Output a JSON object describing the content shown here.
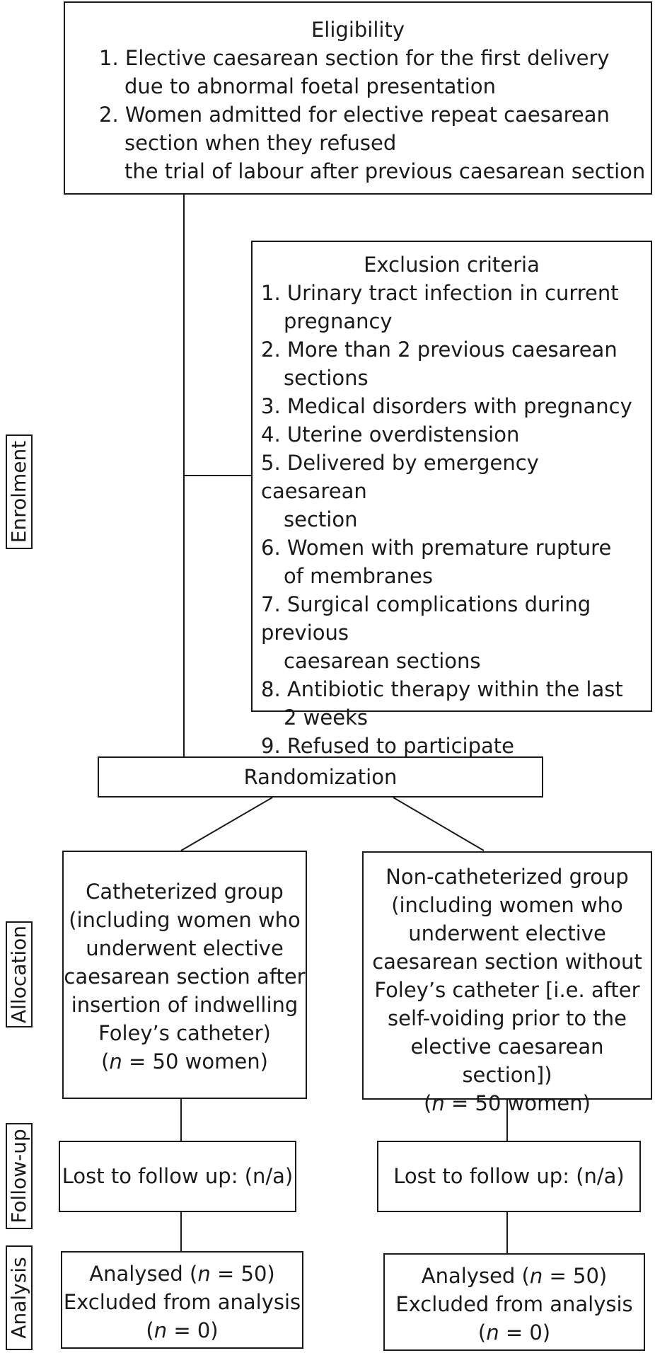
{
  "side_labels": {
    "enrolment": "Enrolment",
    "allocation": "Allocation",
    "follow_up": "Follow-up",
    "analysis": "Analysis"
  },
  "eligibility": {
    "title": "Eligibility",
    "item1_line1": "1. Elective caesarean section for the first delivery",
    "item1_line2": "due to abnormal foetal presentation",
    "item2_line1": "2. Women admitted for elective repeat caesarean",
    "item2_line2": "section when they refused",
    "item2_line3": "the trial of labour after previous caesarean section"
  },
  "exclusion": {
    "title": "Exclusion criteria",
    "lines": [
      "1. Urinary tract infection in current",
      "pregnancy",
      "2. More than 2 previous caesarean",
      "sections",
      "3. Medical disorders with pregnancy",
      "4. Uterine overdistension",
      "5. Delivered by emergency caesarean",
      "section",
      "6. Women with premature rupture",
      "of membranes",
      "7. Surgical complications during previous",
      "caesarean sections",
      "8. Antibiotic therapy within the last",
      "2 weeks",
      "9. Refused to participate"
    ]
  },
  "randomization": "Randomization",
  "catheterized": {
    "lines": [
      "Catheterized group",
      "(including women who",
      "underwent elective",
      "caesarean section after",
      "insertion of indwelling",
      "Foley’s catheter)"
    ],
    "n_open": "(",
    "n_label": "n",
    "n_rest": " = 50 women)"
  },
  "non_catheterized": {
    "lines": [
      "Non-catheterized group",
      "(including women who",
      "underwent elective",
      "caesarean section without",
      "Foley’s catheter [i.e. after",
      "self-voiding prior to the",
      "elective caesarean section])"
    ],
    "n_open": "(",
    "n_label": "n",
    "n_rest": " = 50 women)"
  },
  "follow_up": {
    "left": "Lost to follow up: (n/a)",
    "right": "Lost to follow up: (n/a)"
  },
  "analysis": {
    "left": {
      "analysed_prefix": "Analysed (",
      "n": "n",
      "analysed_suffix": " = 50)",
      "excluded": "Excluded from analysis",
      "n_open": "(",
      "n2": "n",
      "n_rest": " = 0)"
    },
    "right": {
      "analysed_prefix": "Analysed (",
      "n": "n",
      "analysed_suffix": " = 50)",
      "excluded": "Excluded from analysis",
      "n_open": "(",
      "n2": "n",
      "n_rest": " = 0)"
    }
  }
}
